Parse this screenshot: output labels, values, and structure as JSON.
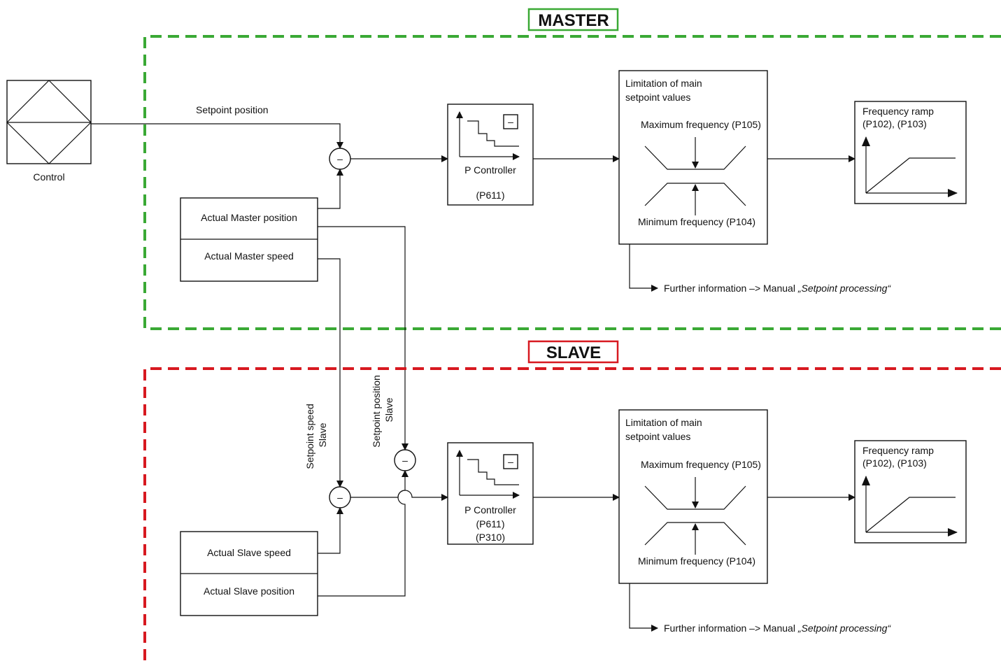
{
  "colors": {
    "master": "#3aa935",
    "slave": "#d71920",
    "line": "#111111"
  },
  "master": {
    "title": "MASTER",
    "control_label": "Control",
    "setpoint_position_label": "Setpoint position",
    "sum_symbol": "–",
    "actual_position": "Actual Master position",
    "actual_speed": "Actual Master speed",
    "controller": {
      "name": "P Controller",
      "params": [
        "(P611)"
      ],
      "mode_symbol": "–"
    },
    "limitation": {
      "title_line1": "Limitation of main",
      "title_line2": "setpoint values",
      "max": "Maximum frequency (P105)",
      "min": "Minimum frequency (P104)"
    },
    "ramp": {
      "title_line1": "Frequency ramp",
      "title_line2": "(P102), (P103)"
    },
    "further_info": {
      "prefix": "Further information –> Manual ",
      "doc": "„Setpoint processing“"
    }
  },
  "slave": {
    "title": "SLAVE",
    "setpoint_speed_label": {
      "line1": "Setpoint speed",
      "line2": "Slave"
    },
    "setpoint_position_label": {
      "line1": "Setpoint position",
      "line2": "Slave"
    },
    "sum_symbol": "–",
    "actual_speed": "Actual Slave speed",
    "actual_position": "Actual Slave position",
    "controller": {
      "name": "P Controller",
      "params": [
        "(P611)",
        "(P310)"
      ],
      "mode_symbol": "–"
    },
    "limitation": {
      "title_line1": "Limitation of main",
      "title_line2": "setpoint values",
      "max": "Maximum frequency (P105)",
      "min": "Minimum frequency (P104)"
    },
    "ramp": {
      "title_line1": "Frequency ramp",
      "title_line2": "(P102), (P103)"
    },
    "further_info": {
      "prefix": "Further information –> Manual ",
      "doc": "„Setpoint processing“"
    }
  }
}
